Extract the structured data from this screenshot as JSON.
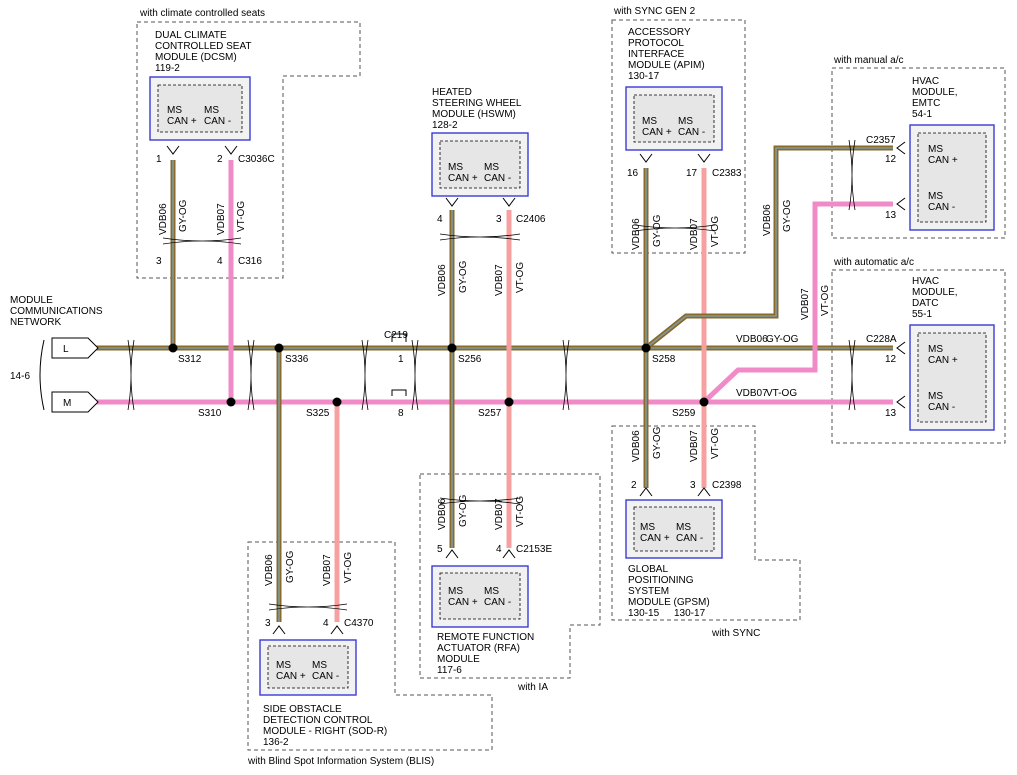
{
  "title": {
    "line1": "MODULE",
    "line2": "COMMUNICATIONS",
    "line3": "NETWORK"
  },
  "page_ref": "14-6",
  "bus_labels": {
    "L": "L",
    "M": "M"
  },
  "splices": {
    "s312": "S312",
    "s336": "S336",
    "s310": "S310",
    "s325": "S325",
    "s256": "S256",
    "s257": "S257",
    "s258": "S258",
    "s259": "S259"
  },
  "connectors": {
    "c219": "C219",
    "c219_1": "1",
    "c219_8": "8",
    "c3036c": "C3036C",
    "c316": "C316",
    "c2406": "C2406",
    "c2383": "C2383",
    "c2357": "C2357",
    "c228a": "C228A",
    "c2398": "C2398",
    "c2153e": "C2153E",
    "c4370": "C4370"
  },
  "wires": {
    "vdb06": "VDB06",
    "gyog": "GY-OG",
    "vdb07": "VDB07",
    "vtog": "VT-OG"
  },
  "can": {
    "ms": "MS",
    "canp": "CAN +",
    "canm": "CAN -"
  },
  "modules": {
    "dcsm": {
      "cond": "with climate controlled seats",
      "l1": "DUAL CLIMATE",
      "l2": "CONTROLLED SEAT",
      "l3": "MODULE (DCSM)",
      "ref": "119-2",
      "pin1": "1",
      "pin2": "2",
      "pin3": "3",
      "pin4": "4"
    },
    "hswm": {
      "l1": "HEATED",
      "l2": "STEERING WHEEL",
      "l3": "MODULE (HSWM)",
      "ref": "128-2",
      "pin1": "4",
      "pin2": "3"
    },
    "apim": {
      "cond": "with SYNC GEN 2",
      "l1": "ACCESSORY",
      "l2": "PROTOCOL",
      "l3": "INTERFACE",
      "l4": "MODULE (APIM)",
      "ref": "130-17",
      "pin1": "16",
      "pin2": "17"
    },
    "emtc": {
      "cond": "with manual a/c",
      "l1": "HVAC",
      "l2": "MODULE,",
      "l3": "EMTC",
      "ref": "54-1",
      "pin1": "12",
      "pin2": "13"
    },
    "datc": {
      "cond": "with automatic a/c",
      "l1": "HVAC",
      "l2": "MODULE,",
      "l3": "DATC",
      "ref": "55-1",
      "pin1": "12",
      "pin2": "13"
    },
    "gpsm": {
      "cond": "with SYNC",
      "l1": "GLOBAL",
      "l2": "POSITIONING",
      "l3": "SYSTEM",
      "l4": "MODULE (GPSM)",
      "ref1": "130-15",
      "ref2": "130-17",
      "pin1": "2",
      "pin2": "3"
    },
    "rfa": {
      "cond": "with IA",
      "l1": "REMOTE FUNCTION",
      "l2": "ACTUATOR (RFA)",
      "l3": "MODULE",
      "ref": "117-6",
      "pin1": "5",
      "pin2": "4"
    },
    "sodr": {
      "cond": "with Blind Spot Information System (BLIS)",
      "l1": "SIDE OBSTACLE",
      "l2": "DETECTION CONTROL",
      "l3": "MODULE - RIGHT (SOD-R)",
      "ref": "136-2",
      "pin1": "3",
      "pin2": "4"
    }
  }
}
